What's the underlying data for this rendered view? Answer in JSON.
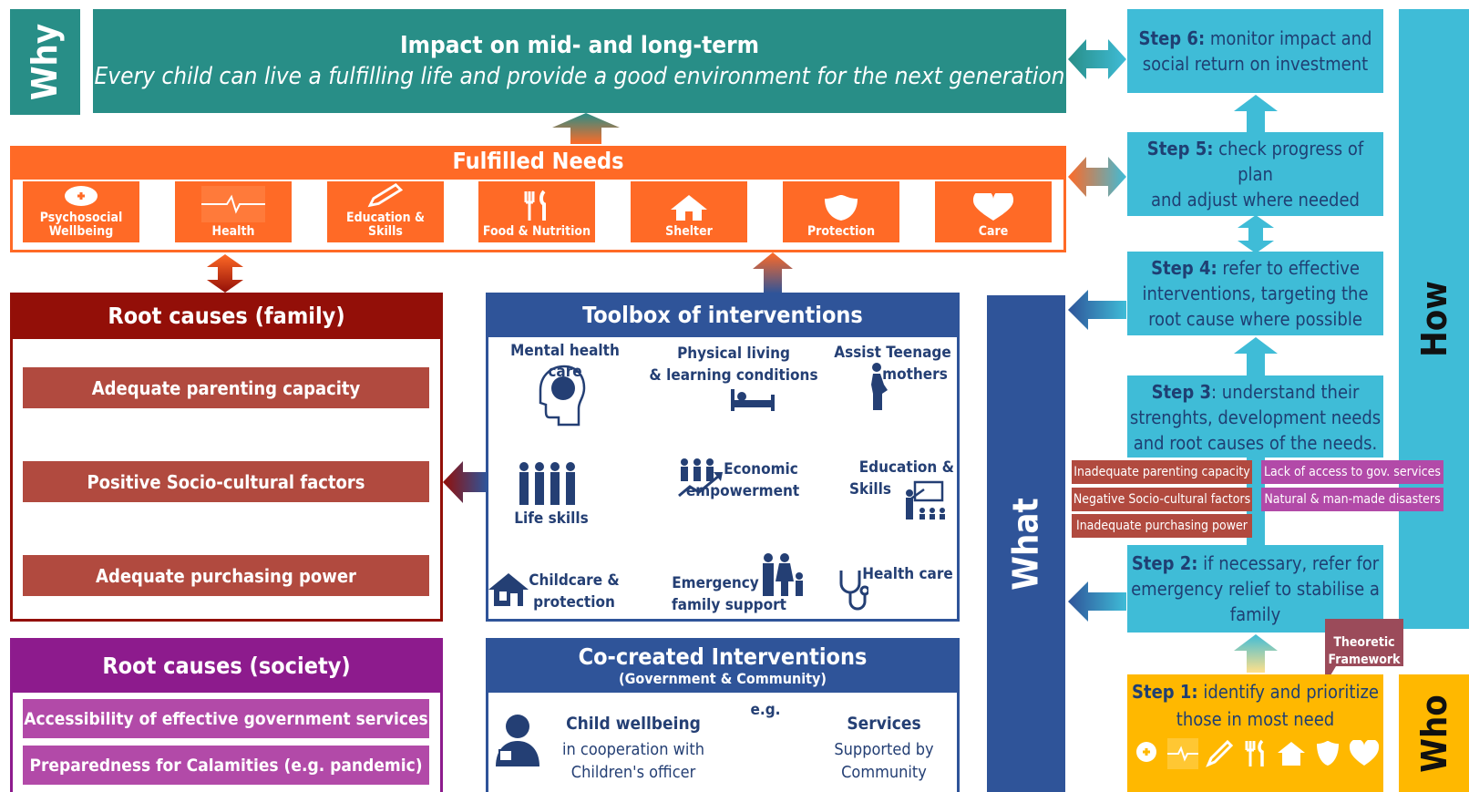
{
  "why": {
    "label": "Why",
    "title": "Impact on mid- and long-term",
    "subtitle": "Every child can live a fulfilling  life and provide a good environment for the next generation"
  },
  "fulfilled": {
    "title": "Fulfilled Needs",
    "tiles": [
      {
        "line1": "Psychosocial",
        "line2": "Wellbeing",
        "icon": "head-plus-icon"
      },
      {
        "line1": "Health",
        "icon": "heartbeat-icon"
      },
      {
        "line1": "Education & Skills",
        "icon": "pencil-icon"
      },
      {
        "line1": "Food & Nutrition",
        "icon": "cutlery-icon"
      },
      {
        "line1": "Shelter",
        "icon": "house-icon"
      },
      {
        "line1": "Protection",
        "icon": "shield-icon"
      },
      {
        "line1": "Care",
        "icon": "heart-icon"
      }
    ]
  },
  "root_family": {
    "title": "Root causes (family)",
    "items": [
      "Adequate parenting capacity",
      "Positive Socio-cultural  factors",
      "Adequate purchasing power"
    ]
  },
  "root_society": {
    "title": "Root causes (society)",
    "items": [
      "Accessibility of effective government services",
      "Preparedness for Calamities (e.g. pandemic)"
    ]
  },
  "toolbox": {
    "title": "Toolbox of interventions",
    "mental": "Mental health care",
    "physical1": "Physical living",
    "physical2": "& learning conditions",
    "teen1": "Assist Teenage",
    "teen2": "mothers",
    "life": "Life skills",
    "econ1": "Economic",
    "econ2": "empowerment",
    "edu1": "Education &",
    "edu2": "Skills",
    "child1": "Childcare &",
    "child2": "protection",
    "emerg1": "Emergency",
    "emerg2": "family support",
    "health": "Health care"
  },
  "cocreated": {
    "title": "Co-created Interventions",
    "subtitle": "(Government & Community)",
    "eg": "e.g.",
    "cw_title": "Child wellbeing",
    "cw_line1": "in cooperation with",
    "cw_line2": "Children's officer",
    "svc_title": "Services",
    "svc_line1": "Supported by",
    "svc_line2": "Community"
  },
  "what_label": "What",
  "how_label": "How",
  "who_label": "Who",
  "steps": {
    "s6_bold": "Step 6:",
    "s6_text1": " monitor impact and",
    "s6_text2": "social return on investment",
    "s5_bold": "Step 5:",
    "s5_text1": " check progress of plan",
    "s5_text2": "and adjust where needed",
    "s4_bold": "Step 4:",
    "s4_text1": " refer to effective",
    "s4_text2": "interventions, targeting the",
    "s4_text3": "root cause where possible",
    "s3_bold": "Step 3",
    "s3_text1": ": understand their",
    "s3_text2": "strenghts, development needs",
    "s3_text3": "and root causes of the needs.",
    "s2_bold": "Step 2:",
    "s2_text1": " if necessary, refer for",
    "s2_text2": "emergency relief to stabilise a",
    "s2_text3": "family",
    "s1_bold": "Step 1:",
    "s1_text1": " identify and prioritize",
    "s1_text2": "those in most need"
  },
  "tags": {
    "t1": "Inadequate parenting capacity",
    "t2": "Lack of access to gov. services",
    "t3": "Negative Socio-cultural factors",
    "t4": "Natural & man-made disasters",
    "t5": "Inadequate purchasing power"
  },
  "theoretic": {
    "line1": "Theoretic",
    "line2": "Framework"
  },
  "colors": {
    "teal": "#288e87",
    "orange": "#ff6a26",
    "darkred": "#930f08",
    "navy": "#2f5499",
    "purple": "#8d1b8d",
    "cyan": "#3fbcd7",
    "yellow": "#ffb800"
  }
}
